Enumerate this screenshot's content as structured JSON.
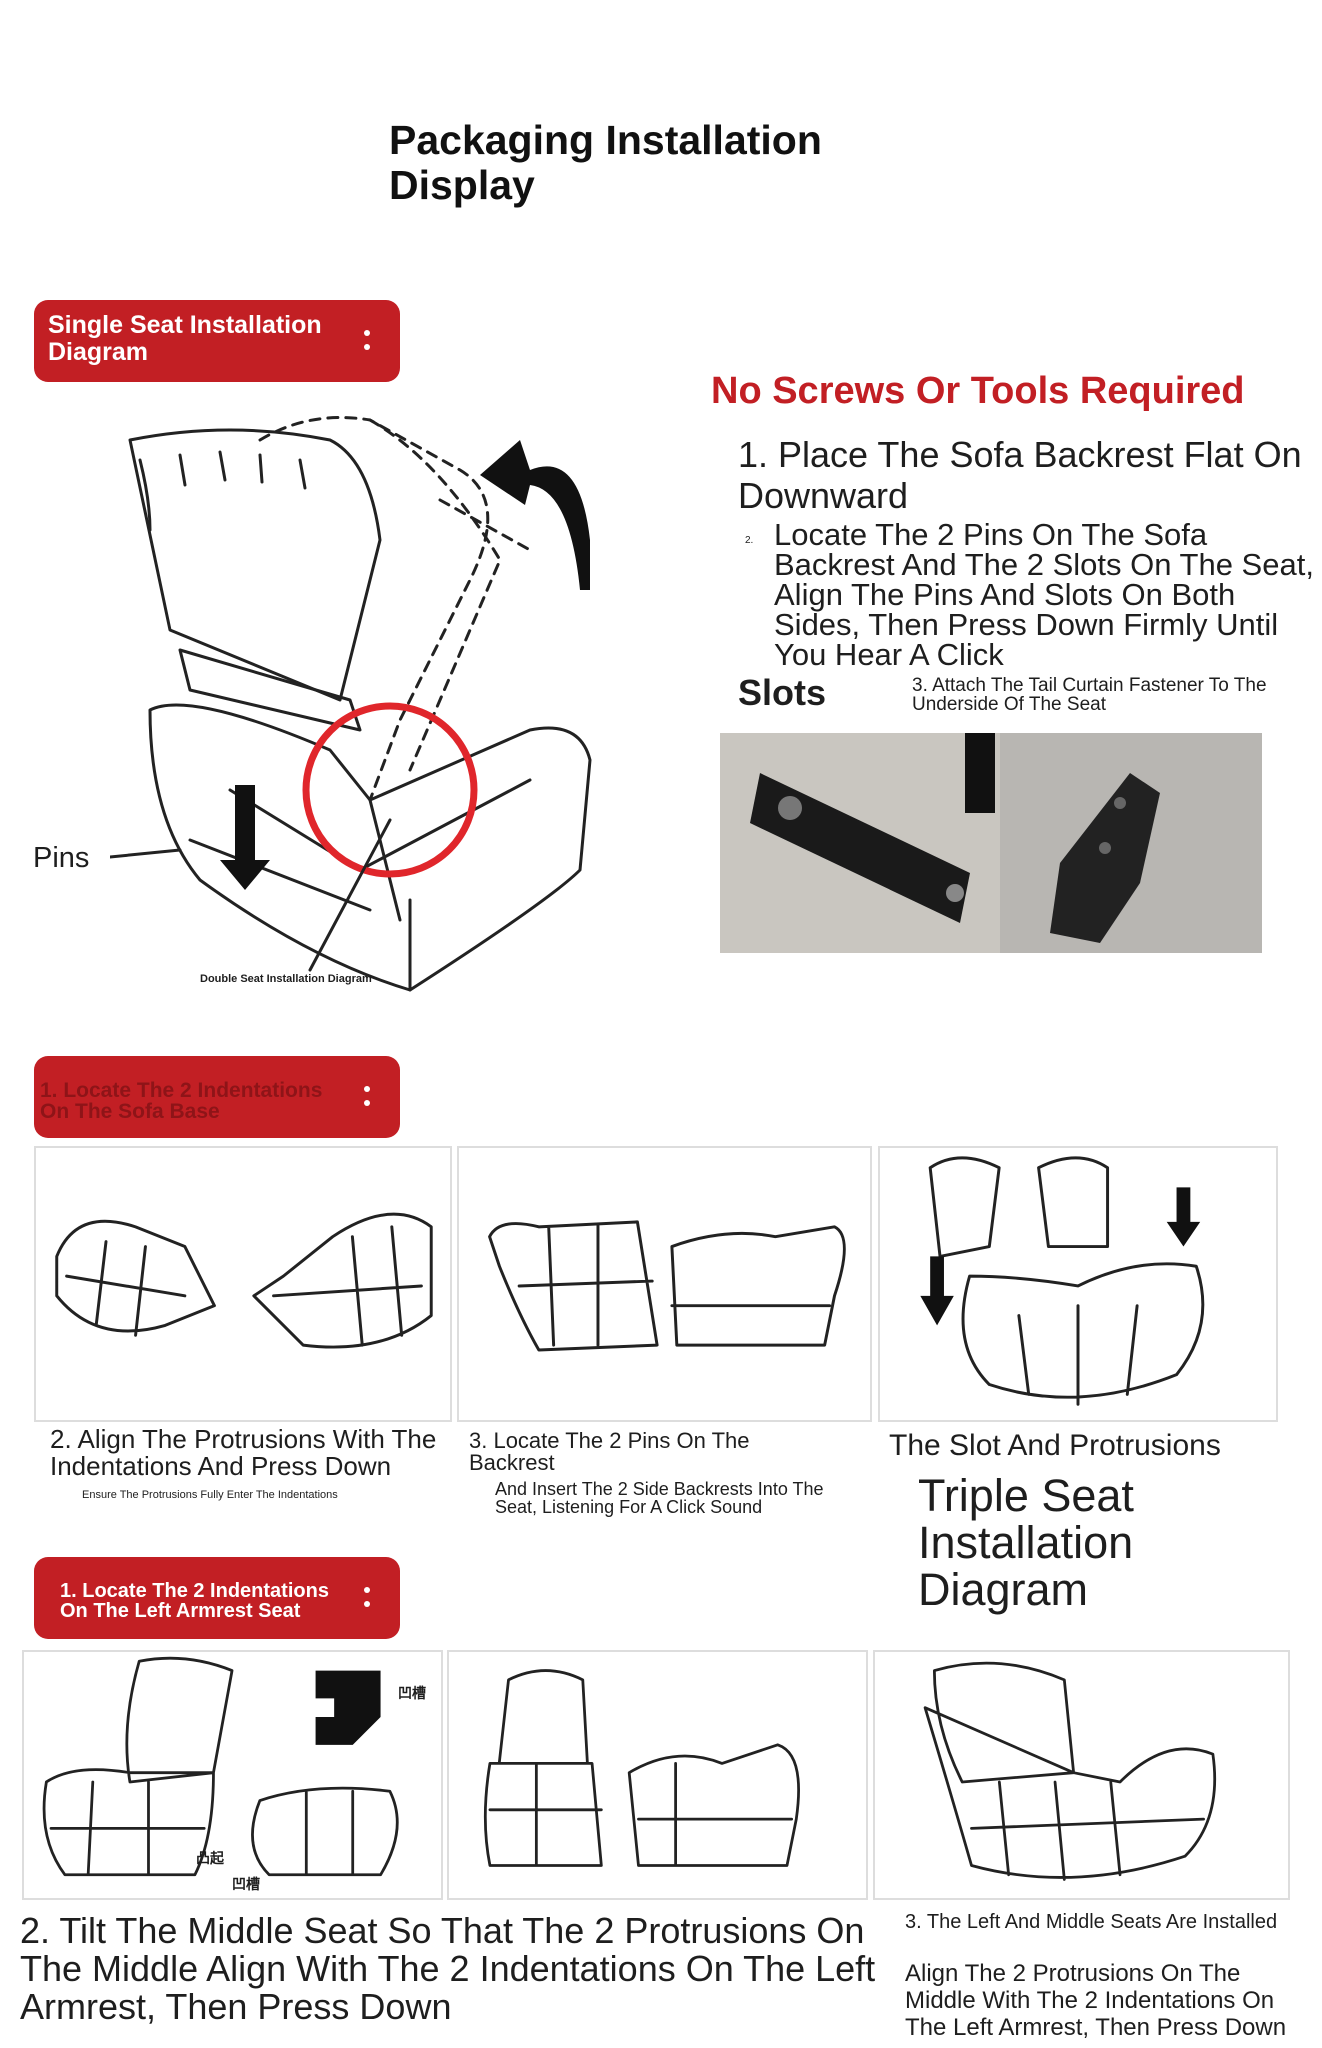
{
  "title": "Packaging Installation Display",
  "single_seat": {
    "badge": "Single Seat Installation Diagram",
    "pins_label": "Pins",
    "slots_label": "Slots",
    "double_seat_caption": "Double Seat Installation Diagram",
    "no_tools": "No Screws Or Tools Required",
    "step1": "1. Place The Sofa Backrest Flat On Downward",
    "step2_number": "2.",
    "step2": "Locate The 2 Pins On The Sofa Backrest And The 2 Slots On The Seat, Align The Pins And Slots On Both Sides, Then Press Down Firmly Until You Hear A Click",
    "step3": "3. Attach The Tail Curtain Fastener To The Underside Of The Seat"
  },
  "double_seat": {
    "badge": "1. Locate The 2 Indentations On The Sofa Base",
    "step2": "2. Align The Protrusions With The Indentations And Press Down",
    "step2_note": "Ensure The Protrusions Fully Enter The Indentations",
    "step3": "3. Locate The 2 Pins On The Backrest",
    "step3_note": "And Insert The 2 Side Backrests Into The Seat, Listening For A Click Sound",
    "slot_caption": "The Slot And Protrusions"
  },
  "triple_seat": {
    "heading": "Triple Seat Installation Diagram",
    "badge": "1. Locate The 2 Indentations On The Left Armrest Seat",
    "label_groove": "凹槽",
    "label_bump": "凸起",
    "step2": "2. Tilt The Middle Seat So That The 2 Protrusions On The Middle Align With The 2 Indentations On The Left Armrest, Then Press Down",
    "step2_overlay": "Align The 2 Protrusions On The Middle With The 2 Indentations On The Left Armrest, Then Press Down",
    "step3": "3. The Left And Middle Seats Are Installed"
  },
  "colors": {
    "accent_red": "#c21f24",
    "text": "#1e1e1e"
  }
}
